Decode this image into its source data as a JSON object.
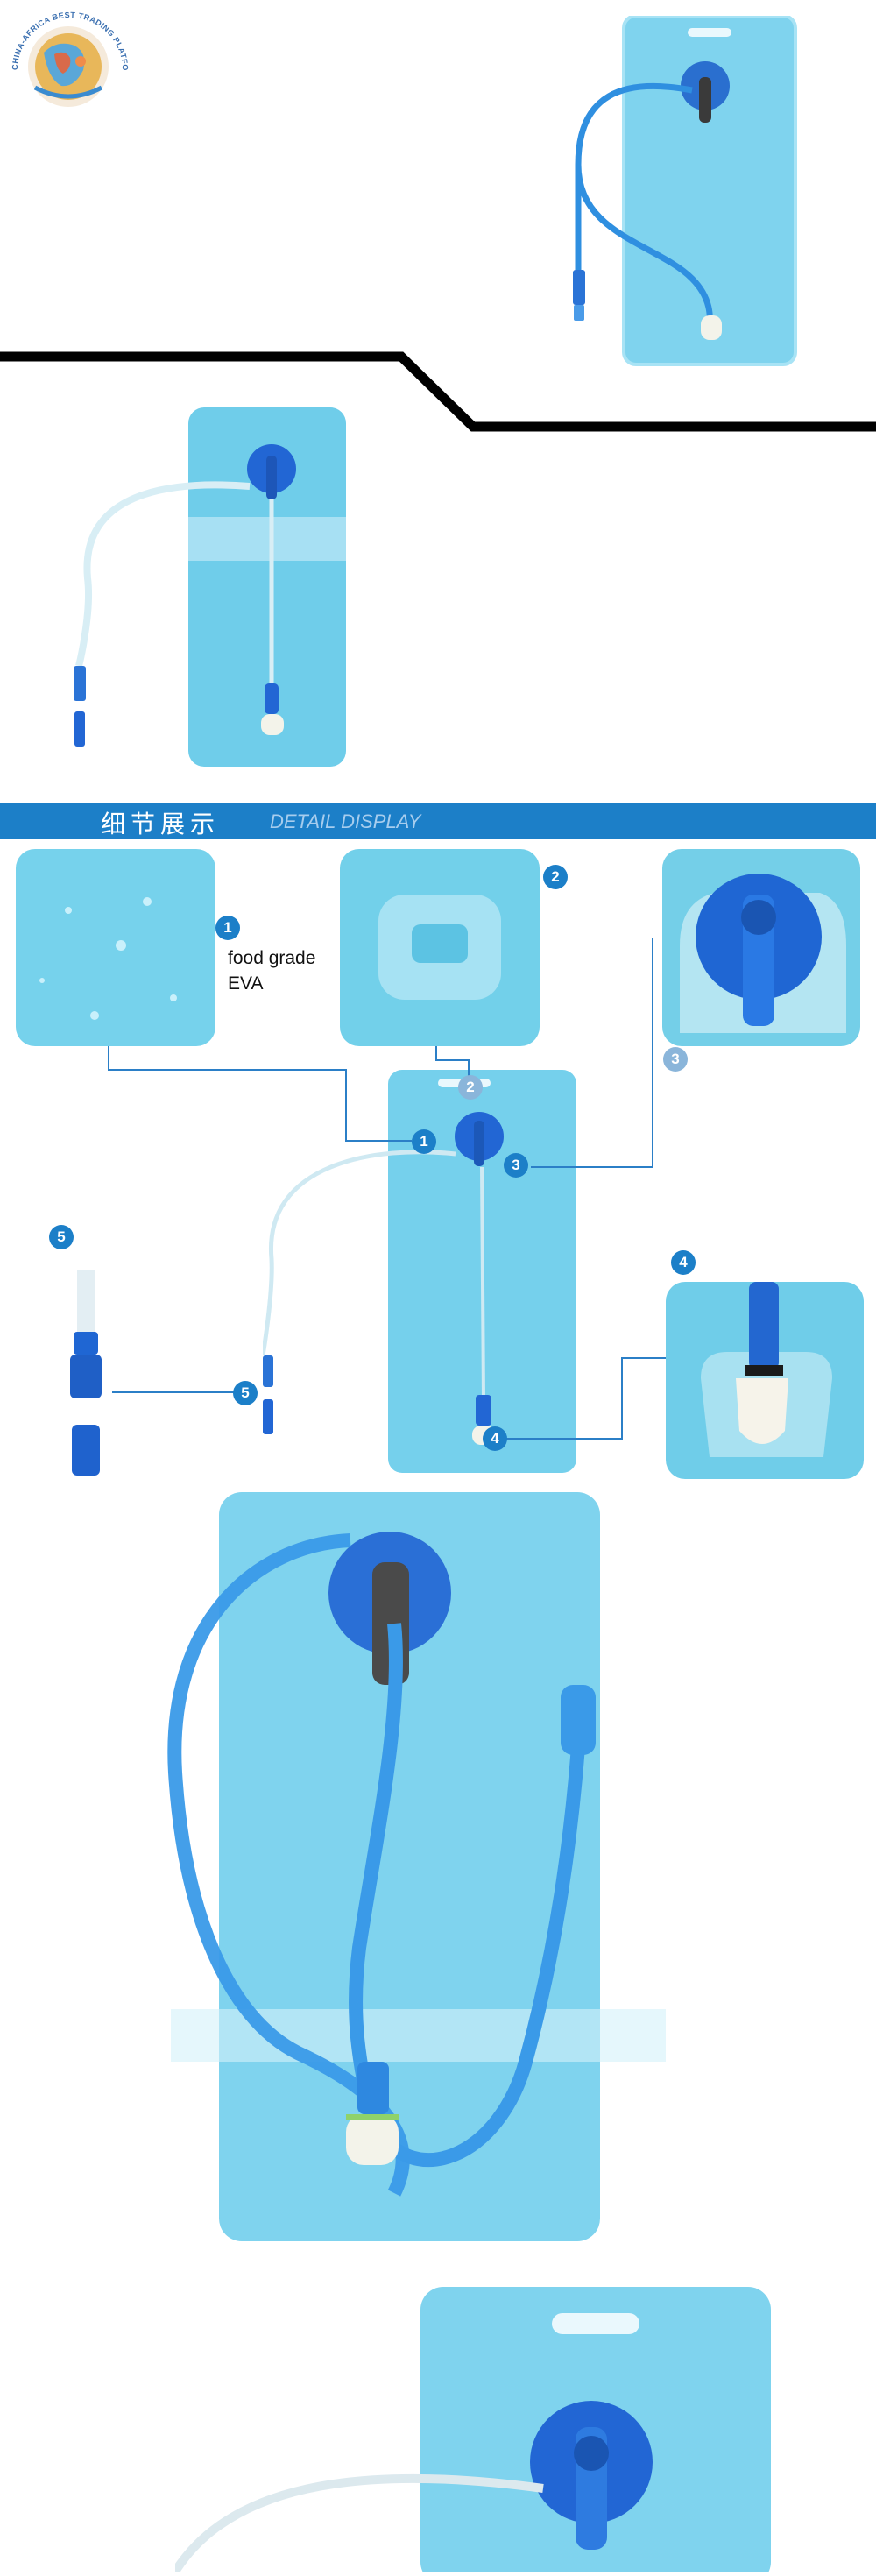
{
  "logo": {
    "arc_text": "CHINA-AFRICA BEST TRADING PLATFORM",
    "icon": "globe-logo-icon"
  },
  "banner": {
    "title_cn": "细节展示",
    "title_en": "DETAIL DISPLAY"
  },
  "details": {
    "callouts": [
      {
        "number": "1",
        "label": "food grade EVA"
      },
      {
        "number": "2",
        "label": ""
      },
      {
        "number": "3",
        "label": ""
      },
      {
        "number": "4",
        "label": ""
      },
      {
        "number": "5",
        "label": ""
      }
    ],
    "food_line1": "food grade",
    "food_line2": "EVA"
  },
  "colors": {
    "accent": "#1c7fc8",
    "bladder": "#7cd0ec",
    "tube": "#2f8fe0",
    "cap": "#1c6fd8"
  }
}
